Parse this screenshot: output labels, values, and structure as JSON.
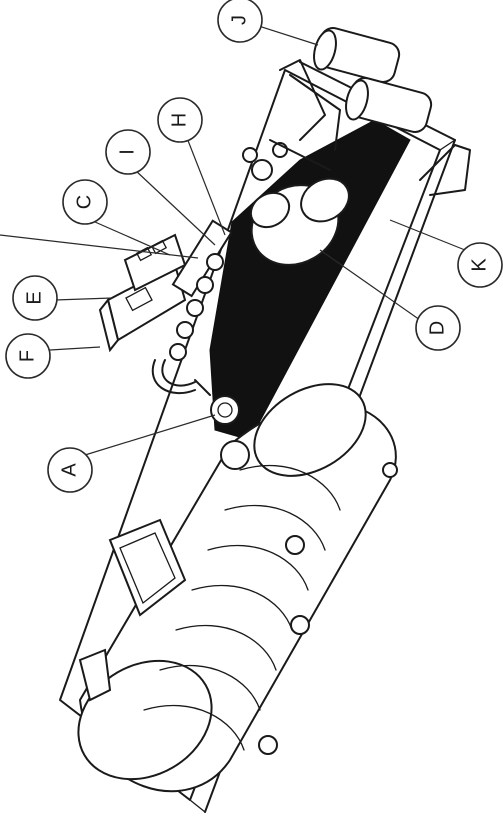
{
  "callouts": [
    {
      "id": "A",
      "label": "A"
    },
    {
      "id": "C",
      "label": "C"
    },
    {
      "id": "D",
      "label": "D"
    },
    {
      "id": "E",
      "label": "E"
    },
    {
      "id": "F",
      "label": "F"
    },
    {
      "id": "H",
      "label": "H"
    },
    {
      "id": "I",
      "label": "I"
    },
    {
      "id": "J",
      "label": "J"
    },
    {
      "id": "K",
      "label": "K"
    }
  ],
  "colors": {
    "line": "#1a1a1a",
    "skid_plate": "#111111",
    "background": "#ffffff"
  }
}
